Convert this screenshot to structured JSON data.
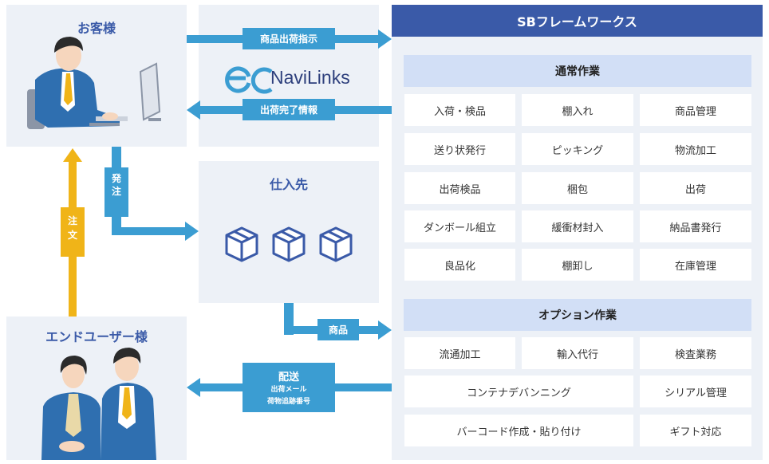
{
  "customer": {
    "title": "お客様"
  },
  "logo": {
    "text": "NaviLinks"
  },
  "supplier": {
    "title": "仕入先"
  },
  "end_user": {
    "title": "エンドユーザー様"
  },
  "sb": {
    "header": "SBフレームワークス",
    "normal": {
      "title": "通常作業",
      "items": [
        "入荷・検品",
        "棚入れ",
        "商品管理",
        "送り状発行",
        "ピッキング",
        "物流加工",
        "出荷検品",
        "梱包",
        "出荷",
        "ダンボール組立",
        "緩衝材封入",
        "納品書発行",
        "良品化",
        "棚卸し",
        "在庫管理"
      ]
    },
    "option": {
      "title": "オプション作業",
      "items": [
        "流通加工",
        "輸入代行",
        "検査業務",
        "コンテナデバンニング",
        "シリアル管理",
        "バーコード作成・貼り付け",
        "ギフト対応"
      ]
    }
  },
  "arrows": {
    "order_instruction": "商品出荷指示",
    "shipping_complete": "出荷完了情報",
    "purchase_order": "発注",
    "order": "注文",
    "goods": "商品",
    "delivery": "配送",
    "delivery_sub1": "出荷メール",
    "delivery_sub2": "荷物追跡番号"
  },
  "colors": {
    "navy": "#3a5aa8",
    "arrow_blue": "#3b9dd2",
    "arrow_yellow": "#f0b418",
    "panel": "#edf1f7",
    "section": "#d2dff6"
  }
}
